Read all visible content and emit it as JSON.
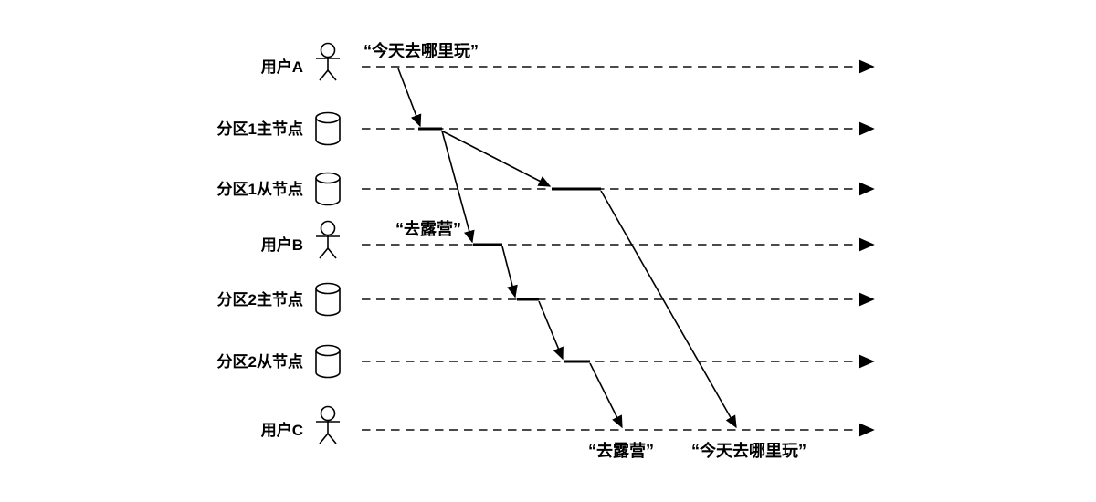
{
  "diagram": {
    "kind": "sequence-replication-timeline",
    "background_color": "#ffffff",
    "timeline_color": "#4a4a4a",
    "arrow_color": "#000000",
    "text_color": "#000000",
    "rows": [
      {
        "label": "用户A",
        "icon": "person-icon"
      },
      {
        "label": "分区1主节点",
        "icon": "database-icon"
      },
      {
        "label": "分区1从节点",
        "icon": "database-icon"
      },
      {
        "label": "用户B",
        "icon": "person-icon"
      },
      {
        "label": "分区2主节点",
        "icon": "database-icon"
      },
      {
        "label": "分区2从节点",
        "icon": "database-icon"
      },
      {
        "label": "用户C",
        "icon": "person-icon"
      }
    ],
    "messages": {
      "user_a_query": "“今天去哪里玩”",
      "user_b_reply": "“去露营”",
      "user_c_sees_reply": "“去露营”",
      "user_c_sees_query": "“今天去哪里玩”"
    }
  }
}
